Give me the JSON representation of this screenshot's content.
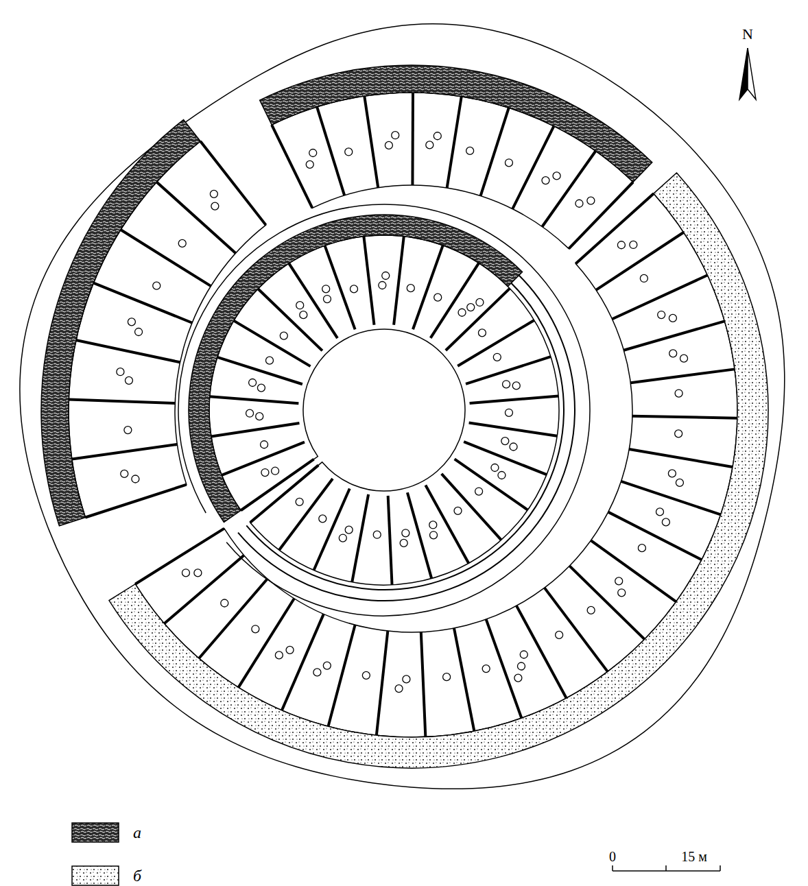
{
  "diagram": {
    "labels": [
      "N",
      "0",
      "15 м"
    ],
    "legend": [
      {
        "text": "а"
      },
      {
        "text": "б"
      }
    ]
  }
}
